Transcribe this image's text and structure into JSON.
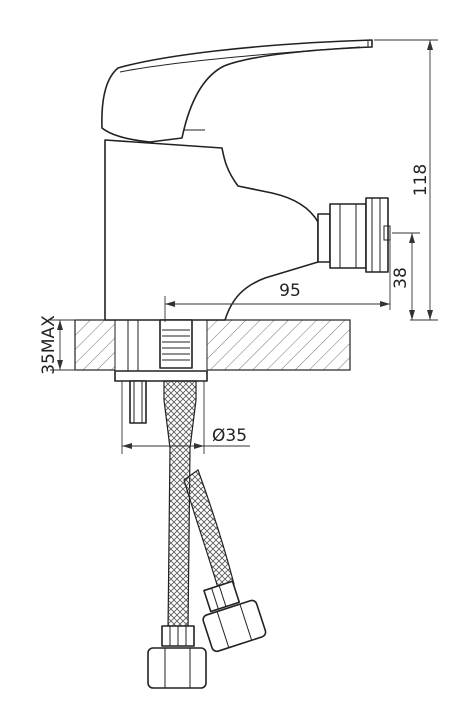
{
  "dimensions": {
    "height": "118",
    "spout_height": "38",
    "reach": "95",
    "deck_thickness": "35MAX",
    "hole_diameter": "Ø35"
  },
  "colors": {
    "line": "#222222",
    "background": "#ffffff"
  }
}
